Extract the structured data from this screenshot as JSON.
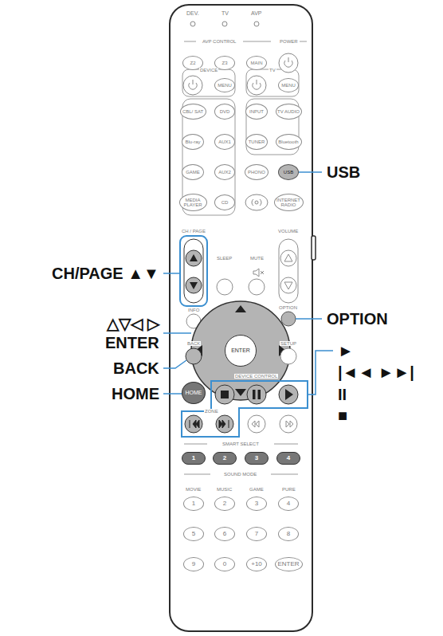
{
  "diagram": {
    "nodes": [
      {
        "text": [
          "Z2"
        ]
      },
      {
        "text": [
          "Z3"
        ]
      },
      {
        "text": [
          "MAIN"
        ]
      },
      {
        "text": [
          "MENU"
        ]
      },
      {
        "text": [
          "MENU"
        ]
      },
      {
        "text": [
          "CBL/ SAT"
        ]
      },
      {
        "text": [
          "DVD"
        ]
      },
      {
        "text": [
          "INPUT"
        ]
      },
      {
        "text": [
          "TV AUDIO"
        ]
      },
      {
        "text": [
          "Blu-ray"
        ]
      },
      {
        "text": [
          "AUX1"
        ]
      },
      {
        "text": [
          "TUNER"
        ]
      },
      {
        "text": [
          "Bluetooth"
        ]
      },
      {
        "text": [
          "GAME"
        ]
      },
      {
        "text": [
          "AUX2"
        ]
      },
      {
        "text": [
          "PHONO"
        ]
      },
      {
        "text": [
          "USB"
        ]
      },
      {
        "text": [
          "MEDIA PLAYER"
        ]
      },
      {
        "text": [
          "CD"
        ]
      },
      {
        "text": [
          "INTERNET RADIO"
        ]
      },
      {
        "text": [
          "ENTER"
        ]
      },
      {
        "text": [
          "HOME"
        ]
      },
      {
        "text": [
          "1"
        ]
      },
      {
        "text": [
          "2"
        ]
      },
      {
        "text": [
          "3"
        ]
      },
      {
        "text": [
          "4"
        ]
      },
      {
        "text": [
          "1"
        ]
      },
      {
        "text": [
          "2"
        ]
      },
      {
        "text": [
          "3"
        ]
      },
      {
        "text": [
          "4"
        ]
      },
      {
        "text": [
          "5"
        ]
      },
      {
        "text": [
          "6"
        ]
      },
      {
        "text": [
          "7"
        ]
      },
      {
        "text": [
          "8"
        ]
      },
      {
        "text": [
          "9"
        ]
      },
      {
        "text": [
          "0"
        ]
      },
      {
        "text": [
          "+10"
        ]
      },
      {
        "text": [
          "ENTER"
        ]
      }
    ],
    "labels": [
      "DEV.",
      "TV",
      "AVP",
      "AVP CONTROL",
      "POWER",
      "DEVICE",
      "TV",
      "CH / PAGE",
      "SLEEP",
      "MUTE",
      "VOLUME",
      "INFO",
      "OPTION",
      "BACK",
      "SETUP",
      "DEVICE CONTROL",
      "ZONE",
      "SMART SELECT",
      "SOUND MODE",
      "MOVIE",
      "MUSIC",
      "GAME",
      "PURE",
      "USB",
      "OPTION",
      "CH/PAGE ▲▼",
      "△▽◁ ▷",
      "ENTER",
      "BACK",
      "HOME",
      "►",
      "|◄◄ ►►|",
      "II",
      "■"
    ]
  }
}
